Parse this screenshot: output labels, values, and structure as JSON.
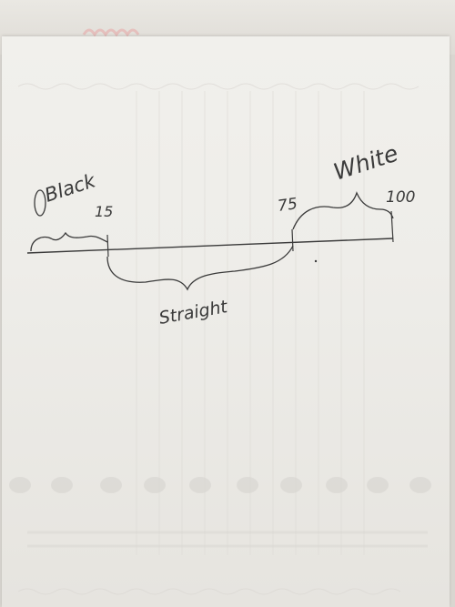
{
  "labels": {
    "black": "Black",
    "white": "White",
    "straight": "Straight",
    "mark_15": "15",
    "mark_75": "75",
    "mark_100": "100"
  },
  "scale": {
    "min": 0,
    "max": 100,
    "ticks": [
      15,
      75,
      100
    ],
    "segments": [
      {
        "name": "Black",
        "from": 0,
        "to": 15
      },
      {
        "name": "Straight",
        "from": 15,
        "to": 75
      },
      {
        "name": "White",
        "from": 75,
        "to": 100
      }
    ]
  },
  "colors": {
    "ink": "#3a3a3a",
    "paper": "#efeeea"
  }
}
